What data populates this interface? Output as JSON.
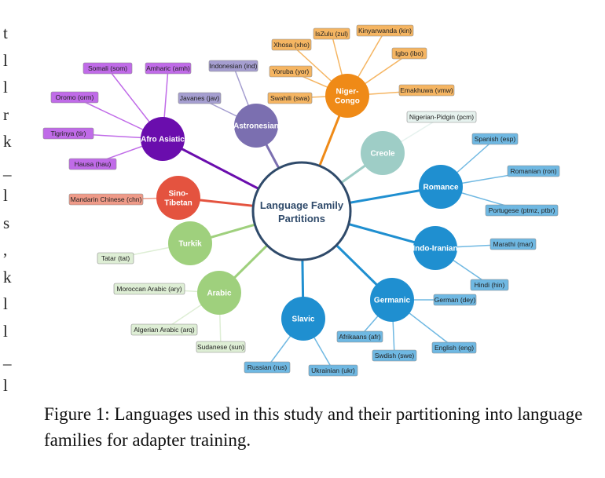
{
  "margin_letters": [
    "t",
    "l",
    "l",
    "r",
    "k",
    "_",
    "l",
    "s",
    ",",
    "k",
    "l",
    "l",
    "_",
    "l"
  ],
  "center": {
    "line1": "Language Family",
    "line2": "Partitions"
  },
  "families": [
    {
      "id": "afro-asiatic",
      "label": [
        "Afro Asiatic"
      ],
      "color": "#6a0dad",
      "leaf_color": "#c06be8",
      "leaves": [
        "Somali (som)",
        "Amharic (amh)",
        "Oromo (orm)",
        "Tigrinya (tir)",
        "Hausa (hau)"
      ]
    },
    {
      "id": "astronesian",
      "label": [
        "Astronesian"
      ],
      "color": "#7b6fb0",
      "leaf_color": "#a59ed0",
      "leaves": [
        "Indonesian (ind)",
        "Javanes (jav)"
      ]
    },
    {
      "id": "niger-congo",
      "label": [
        "Niger-",
        "Congo"
      ],
      "color": "#ef8a17",
      "leaf_color": "#f5b562",
      "leaves": [
        "IsZulu (zul)",
        "Kinyarwanda (kin)",
        "Xhosa (xho)",
        "Igbo (ibo)",
        "Yoruba (yor)",
        "Swahili (swa)",
        "Emakhuwa (vmw)"
      ]
    },
    {
      "id": "creole",
      "label": [
        "Creole"
      ],
      "color": "#9ecdc6",
      "leaf_color": "#e6f2ee",
      "leaves": [
        "Nigerian-Pidgin (pcm)"
      ]
    },
    {
      "id": "romance",
      "label": [
        "Romance"
      ],
      "color": "#1f8fd0",
      "leaf_color": "#6fb8e2",
      "leaves": [
        "Spanish (esp)",
        "Romanian (ron)",
        "Portugese (ptmz, ptbr)"
      ]
    },
    {
      "id": "indo-iranian",
      "label": [
        "Indo-Iranian"
      ],
      "color": "#1f8fd0",
      "leaf_color": "#6fb8e2",
      "leaves": [
        "Marathi (mar)",
        "Hindi (hin)"
      ]
    },
    {
      "id": "germanic",
      "label": [
        "Germanic"
      ],
      "color": "#1f8fd0",
      "leaf_color": "#6fb8e2",
      "leaves": [
        "German (dey)",
        "Afrikaans (afr)",
        "Swdish (swe)",
        "English (eng)"
      ]
    },
    {
      "id": "slavic",
      "label": [
        "Slavic"
      ],
      "color": "#1f8fd0",
      "leaf_color": "#6fb8e2",
      "leaves": [
        "Russian (rus)",
        "Ukrainian (ukr)"
      ]
    },
    {
      "id": "arabic",
      "label": [
        "Arabic"
      ],
      "color": "#9fd07d",
      "leaf_color": "#deeed5",
      "leaves": [
        "Moroccan Arabic (ary)",
        "Algerian Arabic (arq)",
        "Sudanese (sun)"
      ]
    },
    {
      "id": "turkik",
      "label": [
        "Turkik"
      ],
      "color": "#9fd07d",
      "leaf_color": "#deeed5",
      "leaves": [
        "Tatar (tat)"
      ]
    },
    {
      "id": "sino-tibetan",
      "label": [
        "Sino-",
        "Tibetan"
      ],
      "color": "#e4533f",
      "leaf_color": "#ef9a88",
      "leaves": [
        "Mandarin Chinese (chn)"
      ]
    }
  ],
  "caption": "Figure 1: Languages used in this study and their partitioning into language families for adapter training."
}
